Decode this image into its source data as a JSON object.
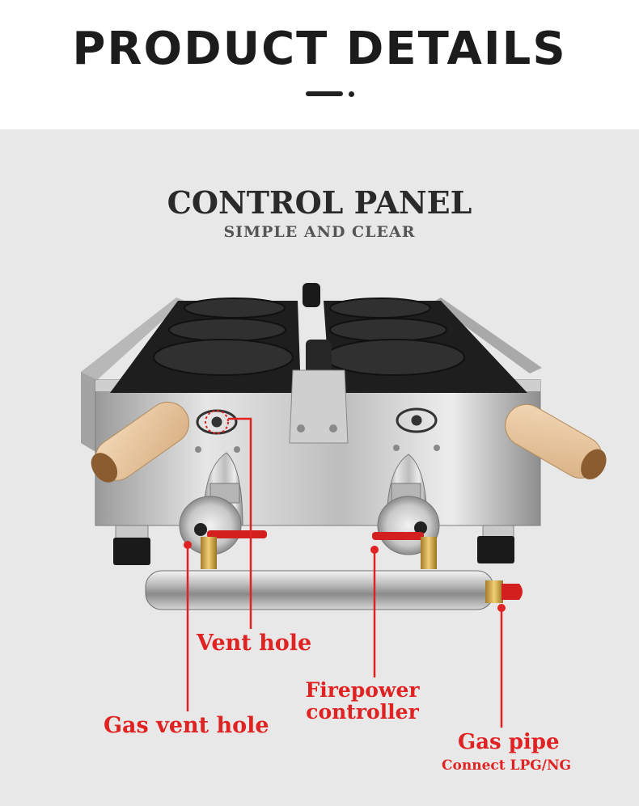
{
  "header": {
    "title": "PRODUCT DETAILS"
  },
  "section": {
    "title": "CONTROL PANEL",
    "subtitle": "SIMPLE AND CLEAR"
  },
  "callouts": {
    "vent_hole": "Vent hole",
    "gas_vent_hole": "Gas vent hole",
    "firepower_line1": "Firepower",
    "firepower_line2": "controller",
    "gas_pipe": "Gas pipe",
    "gas_pipe_sub": "Connect LPG/NG"
  },
  "colors": {
    "accent_red": "#e02222",
    "title_dark": "#1c1c1c",
    "panel_bg": "#e8e8e8"
  }
}
